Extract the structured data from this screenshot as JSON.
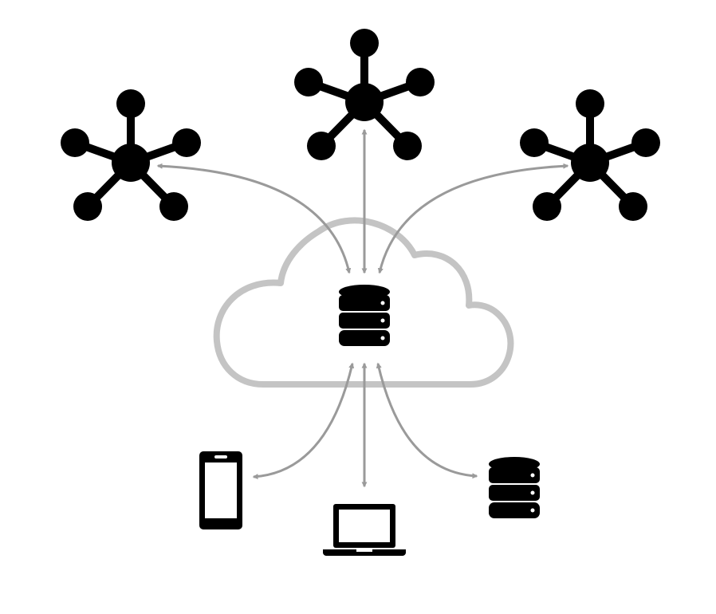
{
  "diagram": {
    "type": "cloud-sync-network",
    "nodes": [
      {
        "id": "hub-left",
        "kind": "network-hub",
        "icon": "network-hub-icon"
      },
      {
        "id": "hub-top",
        "kind": "network-hub",
        "icon": "network-hub-icon"
      },
      {
        "id": "hub-right",
        "kind": "network-hub",
        "icon": "network-hub-icon"
      },
      {
        "id": "cloud",
        "kind": "cloud",
        "icon": "cloud-icon"
      },
      {
        "id": "cloud-db",
        "kind": "database",
        "icon": "database-icon"
      },
      {
        "id": "phone",
        "kind": "smartphone",
        "icon": "smartphone-icon"
      },
      {
        "id": "laptop",
        "kind": "laptop",
        "icon": "laptop-icon"
      },
      {
        "id": "local-db",
        "kind": "database",
        "icon": "database-icon"
      }
    ],
    "edges": [
      {
        "from": "cloud-db",
        "to": "hub-left",
        "direction": "both"
      },
      {
        "from": "cloud-db",
        "to": "hub-top",
        "direction": "both"
      },
      {
        "from": "cloud-db",
        "to": "hub-right",
        "direction": "both"
      },
      {
        "from": "cloud-db",
        "to": "phone",
        "direction": "both"
      },
      {
        "from": "cloud-db",
        "to": "laptop",
        "direction": "both"
      },
      {
        "from": "cloud-db",
        "to": "local-db",
        "direction": "both"
      }
    ]
  },
  "colors": {
    "icon": "#000000",
    "arrow": "#9a9a9a",
    "cloud_outline": "#c4c4c4",
    "background": "#ffffff"
  }
}
